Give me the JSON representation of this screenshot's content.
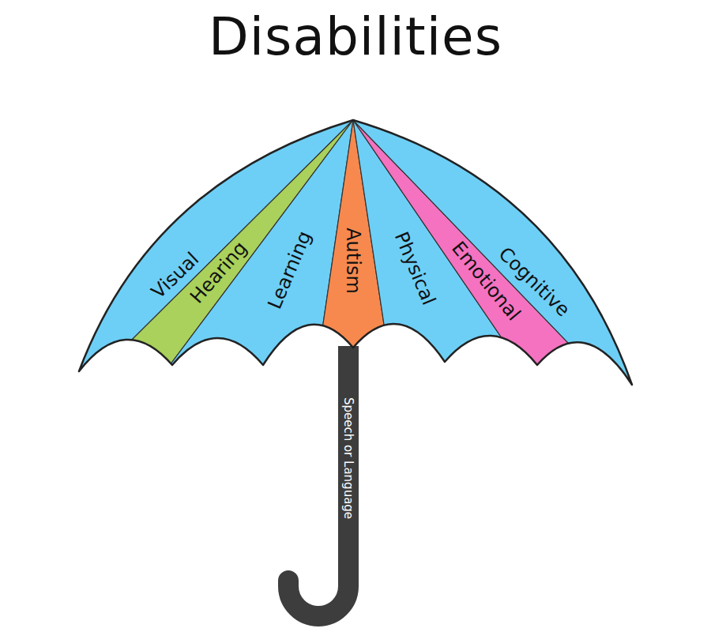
{
  "diagram": {
    "title": "Disabilities",
    "nodes": [
      {
        "text": [
          "Visual"
        ]
      },
      {
        "text": [
          "Hearing"
        ]
      },
      {
        "text": [
          "Learning"
        ]
      },
      {
        "text": [
          "Autism"
        ]
      },
      {
        "text": [
          "Physical"
        ]
      },
      {
        "text": [
          "Emotional"
        ]
      },
      {
        "text": [
          "Cognitive"
        ]
      },
      {
        "text": [
          "Speech or Language"
        ]
      }
    ]
  }
}
